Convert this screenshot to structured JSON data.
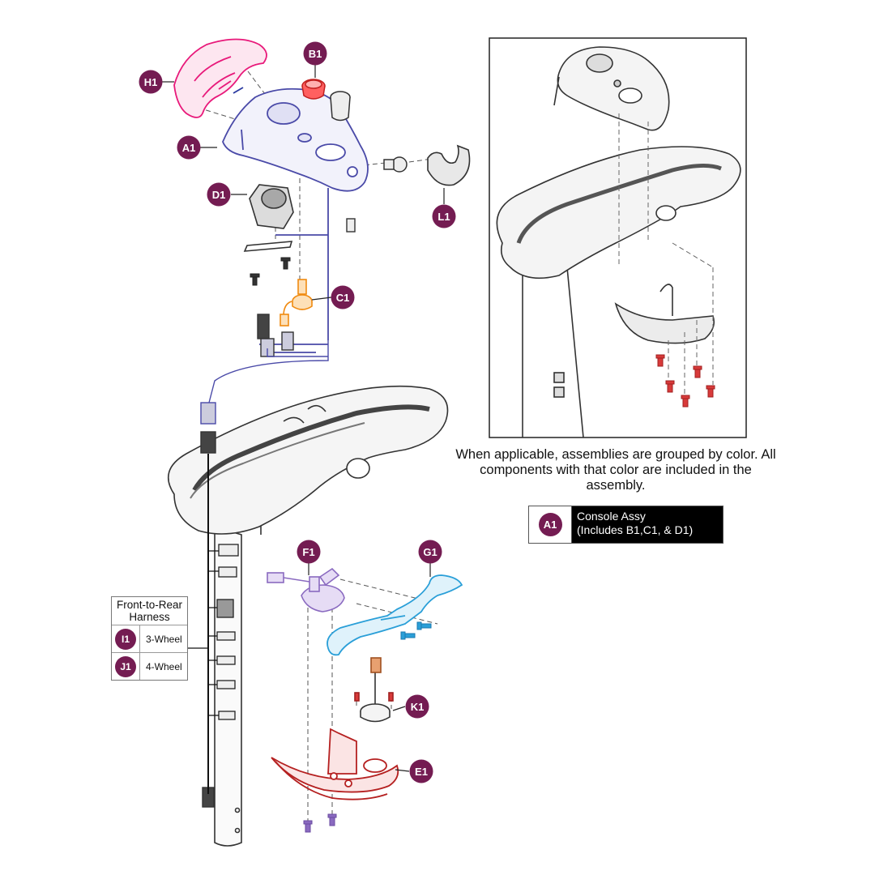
{
  "callouts": {
    "h1": "H1",
    "b1": "B1",
    "a1": "A1",
    "d1": "D1",
    "l1": "L1",
    "c1": "C1",
    "f1": "F1",
    "g1": "G1",
    "k1": "K1",
    "e1": "E1"
  },
  "note": "When applicable, assemblies are grouped by color. All components with that color are included in the assembly.",
  "legend": {
    "key": "A1",
    "line1": "Console Assy",
    "line2": "(Includes B1,C1, & D1)"
  },
  "harness": {
    "title_line1": "Front-to-Rear",
    "title_line2": "Harness",
    "rows": [
      {
        "key": "I1",
        "label": "3-Wheel"
      },
      {
        "key": "J1",
        "label": "4-Wheel"
      }
    ]
  },
  "colors": {
    "callout": "#741c52",
    "console": "#4a4aa8",
    "shroud": "#e8197a",
    "knob": "#e03030",
    "pot": "#f08a10",
    "brake_lever": "#2a9fd8",
    "switch": "#8a6ac0",
    "lower_shroud": "#b52020",
    "line": "#333333"
  }
}
